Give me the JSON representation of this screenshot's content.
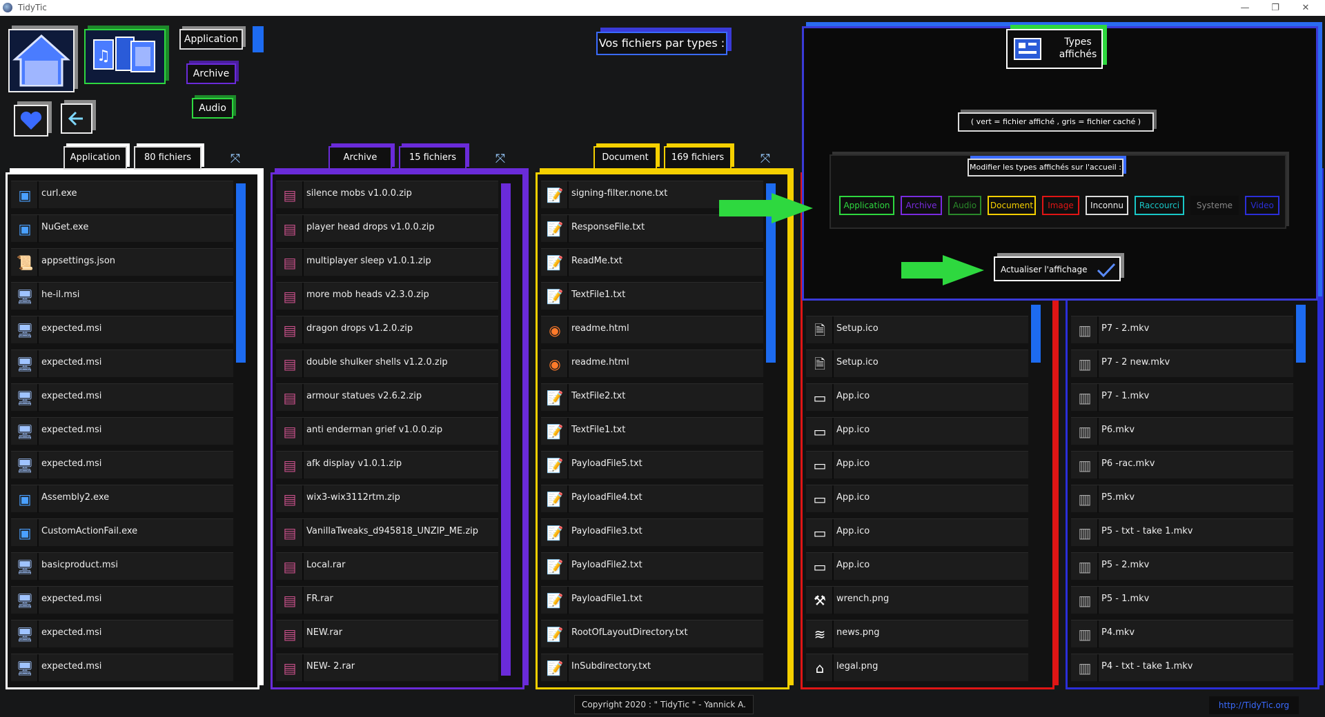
{
  "window": {
    "title": "TidyTic",
    "minimize": "—",
    "restore": "❐",
    "close": "✕"
  },
  "top": {
    "application": "Application",
    "archive": "Archive",
    "audio": "Audio",
    "heading": "Vos fichiers par types :"
  },
  "panels": [
    {
      "type_label": "Application",
      "count_label": "80 fichiers",
      "color": "#ffffff",
      "scroll_color": "#1d6bf0",
      "files": [
        {
          "name": "curl.exe",
          "icon": "window-icon"
        },
        {
          "name": "NuGet.exe",
          "icon": "window-icon"
        },
        {
          "name": "appsettings.json",
          "icon": "script-icon"
        },
        {
          "name": "he-il.msi",
          "icon": "installer-icon"
        },
        {
          "name": "expected.msi",
          "icon": "installer-icon"
        },
        {
          "name": "expected.msi",
          "icon": "installer-icon"
        },
        {
          "name": "expected.msi",
          "icon": "installer-icon"
        },
        {
          "name": "expected.msi",
          "icon": "installer-icon"
        },
        {
          "name": "expected.msi",
          "icon": "installer-icon"
        },
        {
          "name": "Assembly2.exe",
          "icon": "window-icon"
        },
        {
          "name": "CustomActionFail.exe",
          "icon": "window-icon"
        },
        {
          "name": "basicproduct.msi",
          "icon": "installer-icon"
        },
        {
          "name": "expected.msi",
          "icon": "installer-icon"
        },
        {
          "name": "expected.msi",
          "icon": "installer-icon"
        },
        {
          "name": "expected.msi",
          "icon": "installer-icon"
        }
      ]
    },
    {
      "type_label": "Archive",
      "count_label": "15 fichiers",
      "color": "#6a2bd9",
      "scroll_color": "#6a2bd9",
      "files": [
        {
          "name": "silence mobs v1.0.0.zip",
          "icon": "archive-icon"
        },
        {
          "name": "player head drops v1.0.0.zip",
          "icon": "archive-icon"
        },
        {
          "name": "multiplayer sleep v1.0.1.zip",
          "icon": "archive-icon"
        },
        {
          "name": "more mob heads v2.3.0.zip",
          "icon": "archive-icon"
        },
        {
          "name": "dragon drops v1.2.0.zip",
          "icon": "archive-icon"
        },
        {
          "name": "double shulker shells v1.2.0.zip",
          "icon": "archive-icon"
        },
        {
          "name": "armour statues v2.6.2.zip",
          "icon": "archive-icon"
        },
        {
          "name": "anti enderman grief v1.0.0.zip",
          "icon": "archive-icon"
        },
        {
          "name": "afk display v1.0.1.zip",
          "icon": "archive-icon"
        },
        {
          "name": "wix3-wix3112rtm.zip",
          "icon": "archive-icon"
        },
        {
          "name": "VanillaTweaks_d945818_UNZIP_ME.zip",
          "icon": "archive-icon"
        },
        {
          "name": "Local.rar",
          "icon": "archive-icon"
        },
        {
          "name": "FR.rar",
          "icon": "archive-icon"
        },
        {
          "name": "NEW.rar",
          "icon": "archive-icon"
        },
        {
          "name": "NEW- 2.rar",
          "icon": "archive-icon"
        }
      ]
    },
    {
      "type_label": "Document",
      "count_label": "169 fichiers",
      "color": "#f5d000",
      "scroll_color": "#1d6bf0",
      "files": [
        {
          "name": "signing-filter.none.txt",
          "icon": "notepad-icon"
        },
        {
          "name": "ResponseFile.txt",
          "icon": "notepad-icon"
        },
        {
          "name": "ReadMe.txt",
          "icon": "notepad-icon"
        },
        {
          "name": "TextFile1.txt",
          "icon": "notepad-icon"
        },
        {
          "name": "readme.html",
          "icon": "browser-icon"
        },
        {
          "name": "readme.html",
          "icon": "browser-icon"
        },
        {
          "name": "TextFile2.txt",
          "icon": "notepad-icon"
        },
        {
          "name": "TextFile1.txt",
          "icon": "notepad-icon"
        },
        {
          "name": "PayloadFile5.txt",
          "icon": "notepad-icon"
        },
        {
          "name": "PayloadFile4.txt",
          "icon": "notepad-icon"
        },
        {
          "name": "PayloadFile3.txt",
          "icon": "notepad-icon"
        },
        {
          "name": "PayloadFile2.txt",
          "icon": "notepad-icon"
        },
        {
          "name": "PayloadFile1.txt",
          "icon": "notepad-icon"
        },
        {
          "name": "RootOfLayoutDirectory.txt",
          "icon": "notepad-icon"
        },
        {
          "name": "InSubdirectory.txt",
          "icon": "notepad-icon"
        }
      ]
    },
    {
      "color": "#e01515",
      "scroll_color": "#1d6bf0",
      "files": [
        {
          "name": "Setup.ico",
          "icon": "image-file-icon"
        },
        {
          "name": "Setup.ico",
          "icon": "image-file-icon"
        },
        {
          "name": "App.ico",
          "icon": "app-window-icon"
        },
        {
          "name": "App.ico",
          "icon": "app-window-icon"
        },
        {
          "name": "App.ico",
          "icon": "app-window-icon"
        },
        {
          "name": "App.ico",
          "icon": "app-window-icon"
        },
        {
          "name": "App.ico",
          "icon": "app-window-icon"
        },
        {
          "name": "App.ico",
          "icon": "app-window-icon"
        },
        {
          "name": "wrench.png",
          "icon": "wrench-icon"
        },
        {
          "name": "news.png",
          "icon": "rss-icon"
        },
        {
          "name": "legal.png",
          "icon": "bank-icon"
        }
      ]
    },
    {
      "color": "#2b2ed9",
      "scroll_color": "#1d6bf0",
      "files": [
        {
          "name": "P7 - 2.mkv",
          "icon": "film-icon"
        },
        {
          "name": "P7 - 2 new.mkv",
          "icon": "film-icon"
        },
        {
          "name": "P7 - 1.mkv",
          "icon": "film-icon"
        },
        {
          "name": "P6.mkv",
          "icon": "film-icon"
        },
        {
          "name": "P6 -rac.mkv",
          "icon": "film-icon"
        },
        {
          "name": "P5.mkv",
          "icon": "film-icon"
        },
        {
          "name": "P5 - txt - take 1.mkv",
          "icon": "film-icon"
        },
        {
          "name": "P5 - 2.mkv",
          "icon": "film-icon"
        },
        {
          "name": "P5 - 1.mkv",
          "icon": "film-icon"
        },
        {
          "name": "P4.mkv",
          "icon": "film-icon"
        },
        {
          "name": "P4 - txt - take 1.mkv",
          "icon": "film-icon"
        }
      ]
    }
  ],
  "overlay": {
    "title": "Types affichés",
    "legend": "( vert = fichier affiché , gris = fichier caché )",
    "modify_label": "Modifier les types affichés sur l'accueil :",
    "types": [
      {
        "label": "Application",
        "color": "#2ed83f"
      },
      {
        "label": "Archive",
        "color": "#7a2be0"
      },
      {
        "label": "Audio",
        "color": "#2a8a2a"
      },
      {
        "label": "Document",
        "color": "#f5d000"
      },
      {
        "label": "Image",
        "color": "#e01515"
      },
      {
        "label": "Inconnu",
        "color": "#dddddd"
      },
      {
        "label": "Raccourci",
        "color": "#19c8c8"
      },
      {
        "label": "Systeme",
        "color": "#888888"
      },
      {
        "label": "Video",
        "color": "#2b2ed9"
      }
    ],
    "refresh_label": "Actualiser l'affichage",
    "refresh_icon": "check-icon"
  },
  "footer": {
    "copyright": "Copyright 2020 : \" TidyTic \" - Yannick A.",
    "link": "http://TidyTic.org"
  }
}
